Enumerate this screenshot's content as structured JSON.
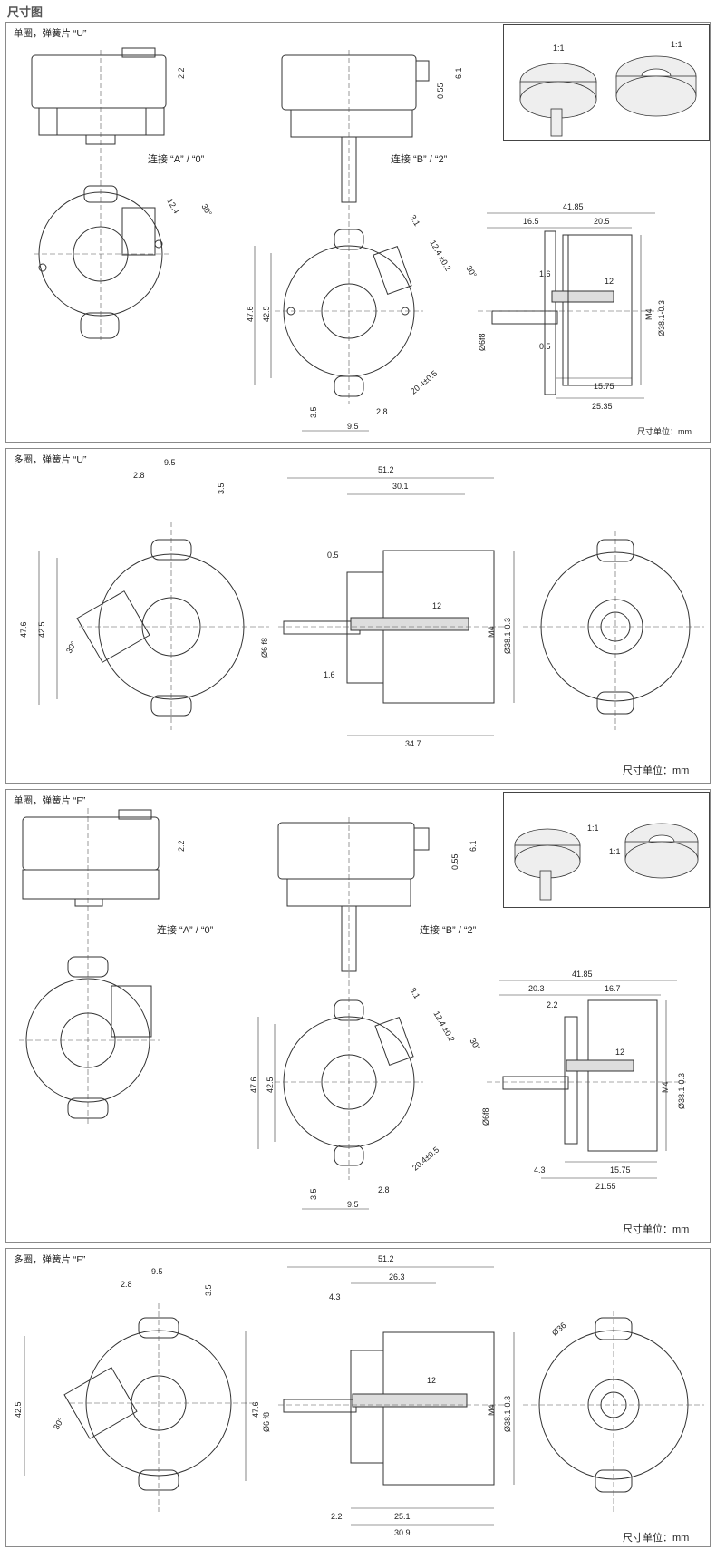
{
  "page_title": "尺寸图",
  "unit_note": "尺寸单位：mm",
  "ratio_label": "1:1",
  "panels": [
    {
      "title": "单圈，弹簧片 “U”",
      "conn_a": "连接 “A” / “0”",
      "conn_b": "连接 “B” / “2”",
      "dims": {
        "top_h": "2.2",
        "side_h": "6.1",
        "side_gap": "0.55",
        "conn_w": "12.4",
        "angle": "30°",
        "h_outer": "47.6",
        "h_inner": "42.5",
        "conn_off": "3.1",
        "conn_w2": "12.4 ±0.2",
        "angle2": "30°",
        "shaft_d": "Ø6f8",
        "hole": "20.4±0.5",
        "tab_h": "3.5",
        "tab_w": "2.8",
        "tab_span": "9.5",
        "overall": "41.85",
        "part_a": "16.5",
        "part_b": "20.5",
        "step": "1.6",
        "screw": "12",
        "m4": "M4",
        "bore": "Ø38.1-0.3",
        "gap": "0.5",
        "len_a": "15.75",
        "len_b": "25.35"
      }
    },
    {
      "title": "多圈，弹簧片 “U”",
      "dims": {
        "tab_span": "9.5",
        "tab_w": "2.8",
        "tab_h": "3.5",
        "h_outer": "47.6",
        "h_inner": "42.5",
        "angle": "30°",
        "overall": "51.2",
        "body": "30.1",
        "gap": "0.5",
        "shaft_d": "Ø6 f8",
        "screw": "12",
        "m4": "M4",
        "bore": "Ø38.1-0.3",
        "step": "1.6",
        "len": "34.7"
      }
    },
    {
      "title": "单圈，弹簧片 “F”",
      "conn_a": "连接 “A” / “0”",
      "conn_b": "连接 “B” / “2”",
      "dims": {
        "top_h": "2.2",
        "side_h": "6.1",
        "side_gap": "0.55",
        "conn_off": "3.1",
        "conn_w2": "12.4 ±0.2",
        "angle2": "30°",
        "h_outer": "47.6",
        "h_inner": "42.5",
        "shaft_d": "Ø6f8",
        "hole": "20.4±0.5",
        "tab_h": "3.5",
        "tab_w": "2.8",
        "tab_span": "9.5",
        "overall": "41.85",
        "part_a": "20.3",
        "part_b": "16.7",
        "step": "2.2",
        "screw": "12",
        "m4": "M4",
        "bore": "Ø38.1-0.3",
        "len_c": "4.3",
        "len_a": "15.75",
        "len_b": "21.55"
      }
    },
    {
      "title": "多圈，弹簧片 “F”",
      "dims": {
        "tab_span": "9.5",
        "tab_w": "2.8",
        "tab_h": "3.5",
        "h_inner": "42.5",
        "h_outer": "47.6",
        "angle": "30°",
        "overall": "51.2",
        "body": "26.3",
        "step": "4.3",
        "shaft_d": "Ø6 f8",
        "screw": "12",
        "m4": "M4",
        "bore": "Ø38.1-0.3",
        "flange": "Ø36",
        "len_c": "2.2",
        "len_a": "25.1",
        "len_b": "30.9"
      }
    }
  ]
}
